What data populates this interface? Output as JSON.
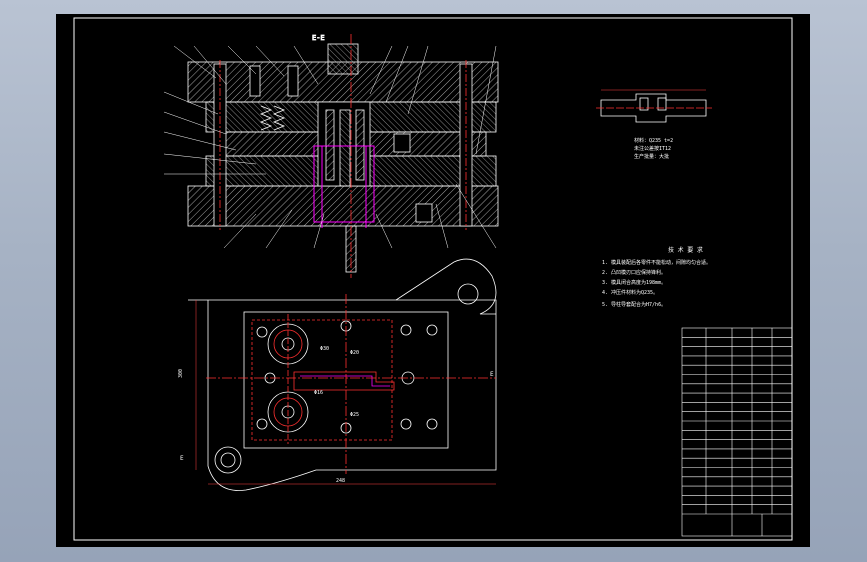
{
  "drawing": {
    "section_label": "E-E",
    "colors": {
      "sheet": "#000000",
      "line": "#ffffff",
      "hatch": "#cfcfcf",
      "center": "#ff3030",
      "hidden": "#ff00ff",
      "dim": "#ff4040",
      "text": "#ffffff"
    },
    "plan_labels": {
      "d1": "Φ30",
      "d2": "Φ20",
      "d3": "Φ25",
      "d4": "Φ16",
      "width": "248",
      "length": "300"
    },
    "datum_label": "E",
    "tech_title": "技 术 要 求",
    "tech_notes": [
      "1. 模具装配后各零件不能松动，间隙均匀合适。",
      "2. 凸凹模刃口应保持锋利。",
      "3. 模具闭合高度为198mm。",
      "4. 冲压件材料为Q235。",
      "5. 导柱导套配合为H7/h6。"
    ],
    "part_notes": [
      "材料：Q235 t=2",
      "未注公差按IT12",
      "生产批量：大批"
    ]
  }
}
